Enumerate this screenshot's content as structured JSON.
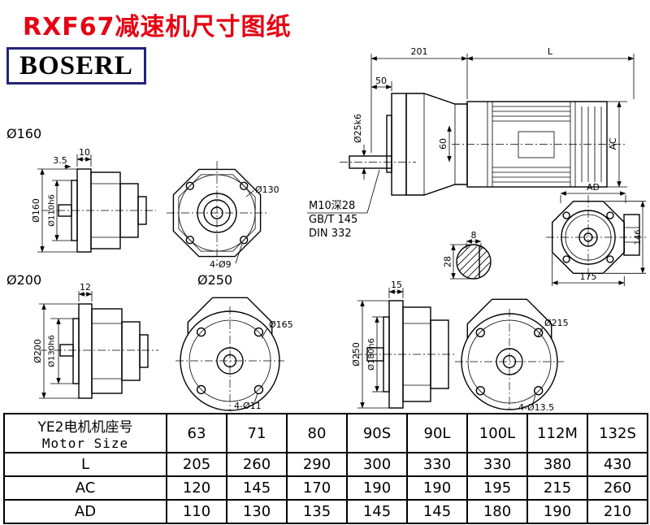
{
  "page": {
    "title": "RXF67减速机尺寸图纸",
    "brand": "BOSERL"
  },
  "main_view": {
    "dim_201": "201",
    "dim_L": "L",
    "dim_50": "50",
    "dim_shaft": "Ø25k6",
    "dim_60": "60",
    "dim_AC": "AC",
    "note_1": "M10深28",
    "note_2": "GB/T 145",
    "note_3": "DIN 332"
  },
  "flange160": {
    "label": "Ø160",
    "dim_10": "10",
    "dim_3_5": "3.5",
    "dim_od": "Ø160",
    "dim_spigot": "Ø110h6",
    "dim_bolt_circle": "Ø130",
    "dim_holes": "4-Ø9"
  },
  "flange200": {
    "label": "Ø200",
    "dim_12": "12",
    "dim_od": "Ø200",
    "dim_spigot": "Ø130h6",
    "dim_bolt_circle": "Ø165",
    "dim_holes": "4-Ø11"
  },
  "flange250": {
    "label": "Ø250",
    "dim_15": "15",
    "dim_od": "Ø250",
    "dim_spigot": "Ø180h6",
    "dim_bolt_circle": "Ø215",
    "dim_holes": "4-Ø13.5"
  },
  "key_section": {
    "dim_8": "8",
    "dim_28": "28"
  },
  "rear_view": {
    "dim_AD": "AD",
    "dim_146": "146",
    "dim_175": "175"
  },
  "table": {
    "header_cn": "YE2电机机座号",
    "header_en": "Motor Size",
    "motor_sizes": [
      "63",
      "71",
      "80",
      "90S",
      "90L",
      "100L",
      "112M",
      "132S"
    ],
    "rows": [
      {
        "label": "L",
        "values": [
          "205",
          "260",
          "290",
          "300",
          "330",
          "330",
          "380",
          "430"
        ]
      },
      {
        "label": "AC",
        "values": [
          "120",
          "145",
          "170",
          "190",
          "190",
          "195",
          "215",
          "260"
        ]
      },
      {
        "label": "AD",
        "values": [
          "110",
          "130",
          "135",
          "145",
          "145",
          "180",
          "190",
          "210"
        ]
      }
    ]
  },
  "colors": {
    "title_red": "#e60012",
    "logo_border": "#23237a",
    "line": "#000000"
  }
}
